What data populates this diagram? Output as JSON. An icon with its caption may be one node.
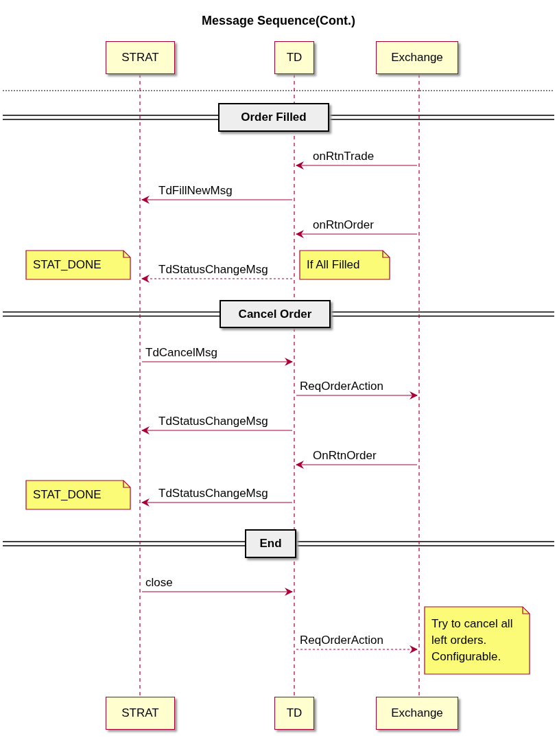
{
  "diagram": {
    "title": "Message Sequence(Cont.)",
    "nodes": [
      {
        "text": [
          "STRAT"
        ]
      },
      {
        "text": [
          "TD"
        ]
      },
      {
        "text": [
          "Exchange"
        ]
      },
      {
        "text": [],
        "shape": "line"
      },
      {
        "text": [],
        "shape": "line"
      },
      {
        "text": [],
        "shape": "line"
      },
      {
        "text": [
          "Order Filled"
        ]
      },
      {
        "text": [
          "STAT_DONE"
        ]
      },
      {
        "text": [
          "If All Filled"
        ]
      },
      {
        "text": [
          "Cancel Order"
        ]
      },
      {
        "text": [
          "STAT_DONE"
        ]
      },
      {
        "text": [
          "End"
        ]
      },
      {
        "text": [
          "Try to cancel all left orders. Configurable."
        ]
      },
      {
        "text": [
          "STRAT"
        ]
      },
      {
        "text": [
          "TD"
        ]
      },
      {
        "text": [
          "Exchange"
        ]
      }
    ],
    "edges": [
      {
        "from": 5,
        "to": 4,
        "arrow": "to",
        "label": "onRtnTrade"
      },
      {
        "from": 4,
        "to": 3,
        "arrow": "to",
        "label": "TdFillNewMsg"
      },
      {
        "from": 5,
        "to": 4,
        "arrow": "to",
        "label": "onRtnOrder"
      },
      {
        "from": 4,
        "to": 3,
        "arrow": "to",
        "label": "TdStatusChangeMsg",
        "style": "dashed"
      },
      {
        "from": 3,
        "to": 4,
        "arrow": "to",
        "label": "TdCancelMsg"
      },
      {
        "from": 4,
        "to": 5,
        "arrow": "to",
        "label": "ReqOrderAction"
      },
      {
        "from": 4,
        "to": 3,
        "arrow": "to",
        "label": "TdStatusChangeMsg"
      },
      {
        "from": 5,
        "to": 4,
        "arrow": "to",
        "label": "OnRtnOrder"
      },
      {
        "from": 4,
        "to": 3,
        "arrow": "to",
        "label": "TdStatusChangeMsg"
      },
      {
        "from": 3,
        "to": 4,
        "arrow": "to",
        "label": "close"
      },
      {
        "from": 4,
        "to": 5,
        "arrow": "to",
        "label": "ReqOrderAction",
        "style": "dashed"
      }
    ]
  }
}
